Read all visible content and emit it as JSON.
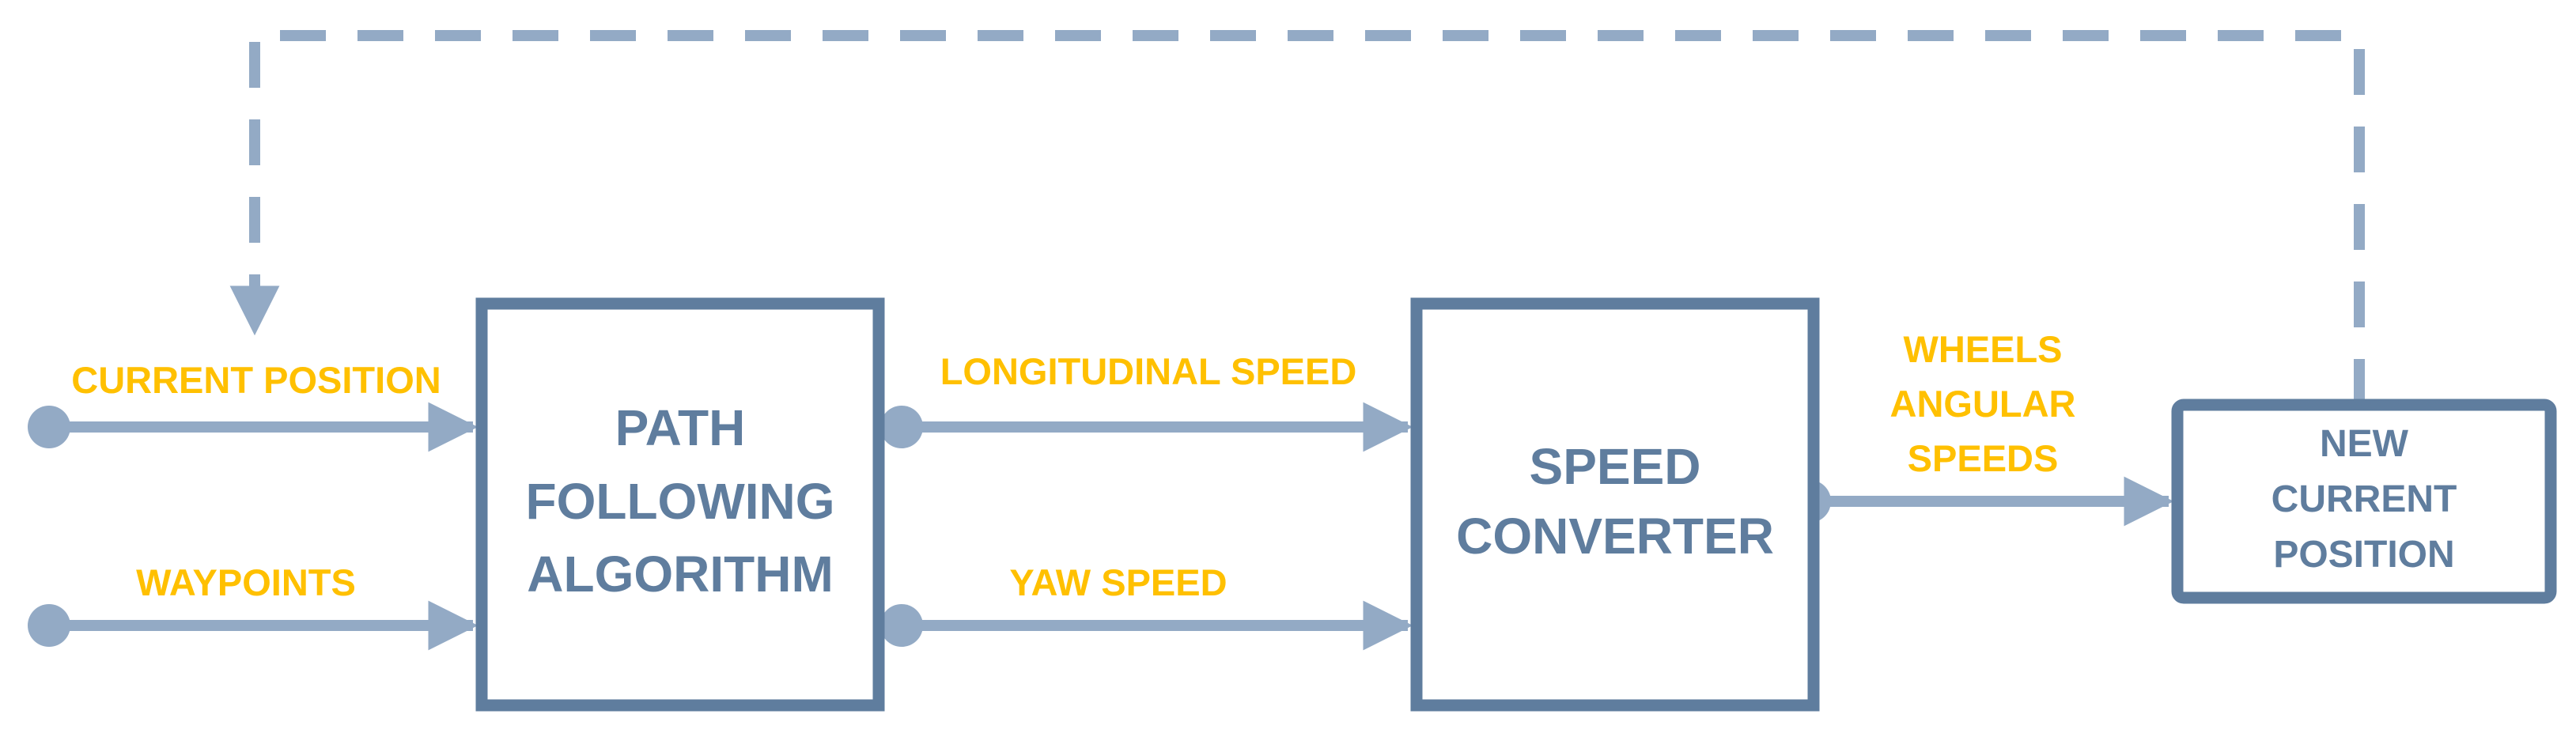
{
  "colors": {
    "block_border": "#5f7d9e",
    "block_text": "#5f7d9e",
    "arrow": "#93aac5",
    "signal_label": "#ffc000",
    "background": "#ffffff"
  },
  "blocks": {
    "path_following": {
      "line1": "PATH",
      "line2": "FOLLOWING",
      "line3": "ALGORITHM"
    },
    "speed_converter": {
      "line1": "SPEED",
      "line2": "CONVERTER"
    },
    "new_position": {
      "line1": "NEW",
      "line2": "CURRENT",
      "line3": "POSITION"
    }
  },
  "signals": {
    "current_position": "CURRENT POSITION",
    "waypoints": "WAYPOINTS",
    "longitudinal_speed": "LONGITUDINAL SPEED",
    "yaw_speed": "YAW SPEED",
    "wheels_angular_speeds": {
      "line1": "WHEELS",
      "line2": "ANGULAR",
      "line3": "SPEEDS"
    }
  },
  "connections": [
    {
      "from": "current_position",
      "to": "path_following"
    },
    {
      "from": "waypoints",
      "to": "path_following"
    },
    {
      "from": "path_following",
      "to": "speed_converter",
      "signal": "longitudinal_speed"
    },
    {
      "from": "path_following",
      "to": "speed_converter",
      "signal": "yaw_speed"
    },
    {
      "from": "speed_converter",
      "to": "new_position",
      "signal": "wheels_angular_speeds"
    },
    {
      "from": "new_position",
      "to": "path_following",
      "style": "dashed",
      "kind": "feedback"
    }
  ]
}
